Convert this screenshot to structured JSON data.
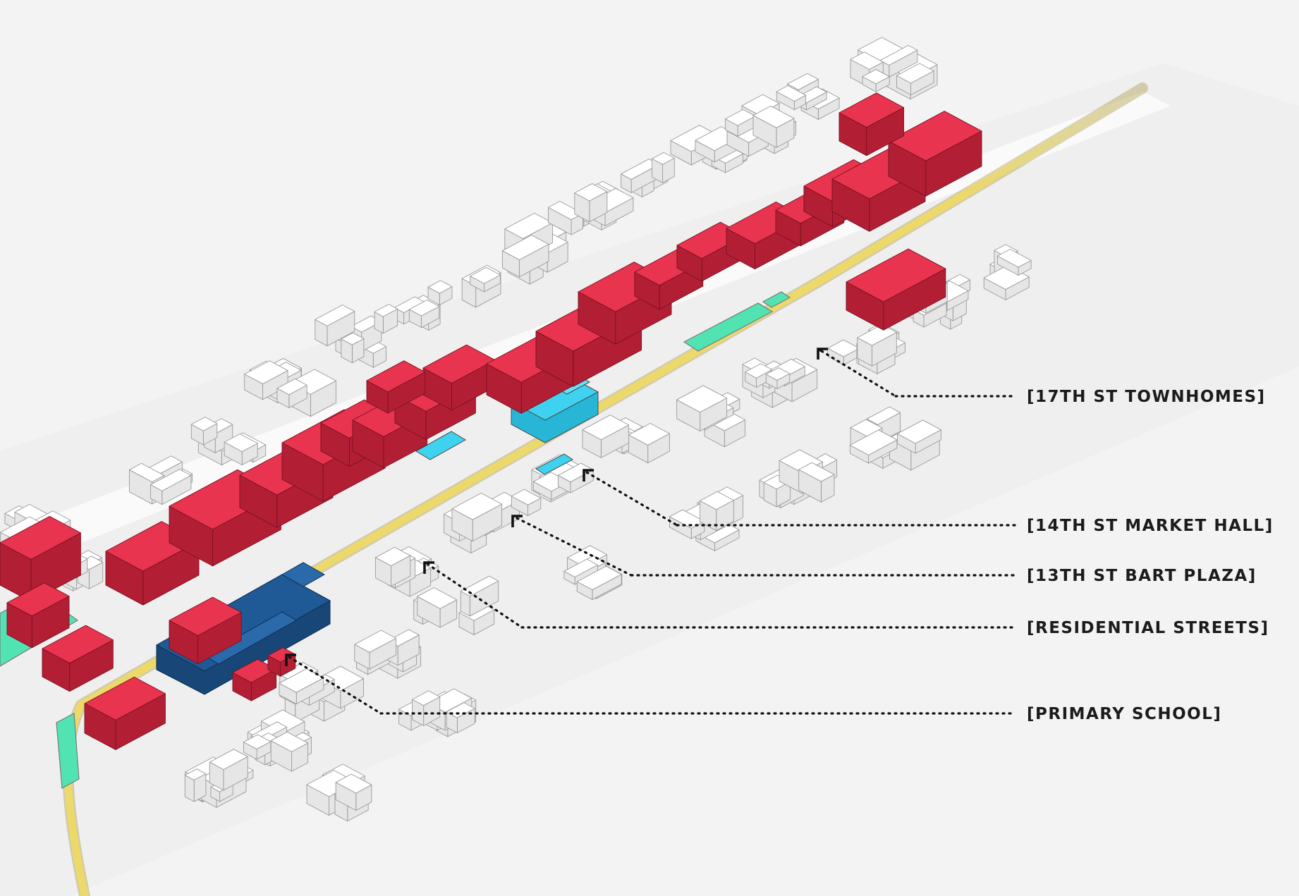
{
  "colors": {
    "background": "#f3f3f3",
    "context_building": "#ffffff",
    "context_outline": "#9a9a9a",
    "proposed_red": "#e8344e",
    "proposed_red_side": "#b21f35",
    "market_hall_cyan": "#3fd2f0",
    "school_navy": "#1f5996",
    "plaza_green": "#52e3b3",
    "bart_corridor_yellow": "#ecd96a",
    "leader_line": "#111111"
  },
  "callouts": [
    {
      "id": "townhomes",
      "text": "[17TH ST TOWNHOMES]"
    },
    {
      "id": "market-hall",
      "text": "[14TH ST MARKET HALL]"
    },
    {
      "id": "bart-plaza",
      "text": "[13TH ST BART PLAZA]"
    },
    {
      "id": "residential",
      "text": "[RESIDENTIAL STREETS]"
    },
    {
      "id": "school",
      "text": "[PRIMARY SCHOOL]"
    }
  ]
}
